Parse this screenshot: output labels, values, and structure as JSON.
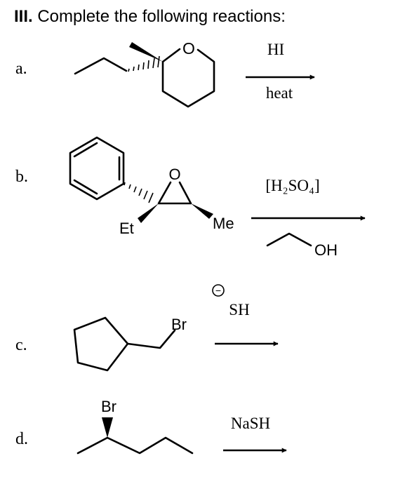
{
  "header": {
    "number": "III.",
    "text": "Complete the following reactions:"
  },
  "reactions": [
    {
      "letter": "a.",
      "reagent_top": "HI",
      "reagent_bottom": "heat",
      "atoms": {
        "ring_o": "O"
      }
    },
    {
      "letter": "b.",
      "reagent_top": "[H₂SO₄]",
      "reagent_bottom": "OH",
      "atoms": {
        "ring_o": "O",
        "left_sub": "Et",
        "right_sub": "Me"
      }
    },
    {
      "letter": "c.",
      "reagent_top": "SH",
      "charge": "−",
      "atoms": {
        "halogen": "Br"
      }
    },
    {
      "letter": "d.",
      "reagent_top": "NaSH",
      "atoms": {
        "halogen": "Br"
      }
    }
  ]
}
